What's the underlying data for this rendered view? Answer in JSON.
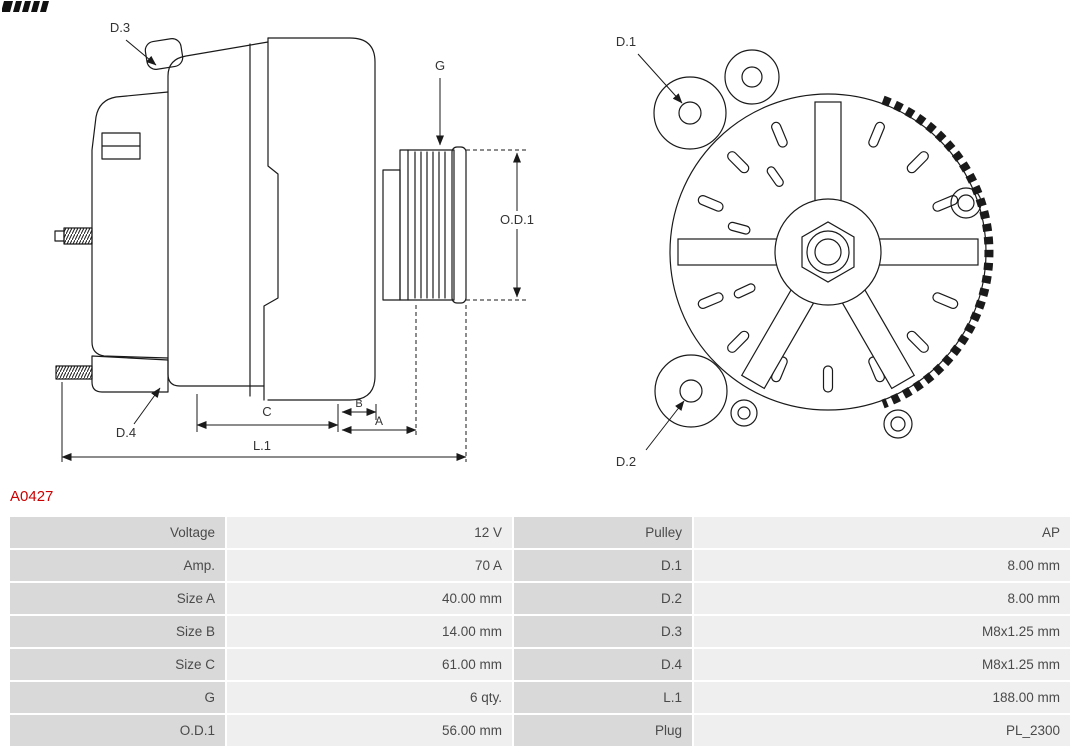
{
  "part_number": "A0427",
  "colors": {
    "part_number": "#cc0000",
    "table_label_bg": "#d9d9d9",
    "table_value_bg": "#efefef",
    "line": "#1a1a1a"
  },
  "diagram": {
    "side_view": {
      "labels": {
        "d3": "D.3",
        "d4": "D.4",
        "g": "G",
        "od1": "O.D.1",
        "a": "A",
        "b": "B",
        "c": "C",
        "l1": "L.1"
      }
    },
    "rear_view": {
      "labels": {
        "d1": "D.1",
        "d2": "D.2"
      }
    }
  },
  "specs": {
    "rows": [
      {
        "label1": "Voltage",
        "value1": "12 V",
        "label2": "Pulley",
        "value2": "AP"
      },
      {
        "label1": "Amp.",
        "value1": "70 A",
        "label2": "D.1",
        "value2": "8.00 mm"
      },
      {
        "label1": "Size A",
        "value1": "40.00 mm",
        "label2": "D.2",
        "value2": "8.00 mm"
      },
      {
        "label1": "Size B",
        "value1": "14.00 mm",
        "label2": "D.3",
        "value2": "M8x1.25 mm"
      },
      {
        "label1": "Size C",
        "value1": "61.00 mm",
        "label2": "D.4",
        "value2": "M8x1.25 mm"
      },
      {
        "label1": "G",
        "value1": "6 qty.",
        "label2": "L.1",
        "value2": "188.00 mm"
      },
      {
        "label1": "O.D.1",
        "value1": "56.00 mm",
        "label2": "Plug",
        "value2": "PL_2300"
      }
    ]
  }
}
